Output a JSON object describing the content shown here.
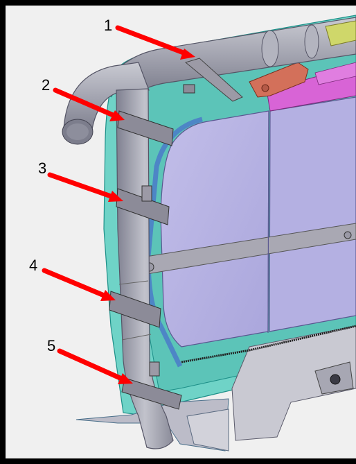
{
  "callouts": [
    {
      "label": "1"
    },
    {
      "label": "2"
    },
    {
      "label": "3"
    },
    {
      "label": "4"
    },
    {
      "label": "5"
    }
  ],
  "colors": {
    "background": "#f0f0f0",
    "frame_border": "#000000",
    "arrow": "#ff0000",
    "tube": "#a8a9b4",
    "panel_teal": "#6fd3c7",
    "panel_lavender": "#b8b4e6",
    "strap": "#9c9aa6",
    "magenta_part": "#d864d6",
    "bracket_orange": "#d3705a",
    "green_rod": "#9ccf7d"
  }
}
